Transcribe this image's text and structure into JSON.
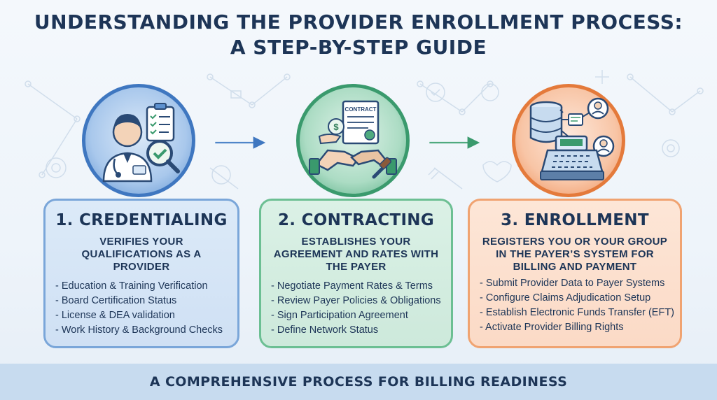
{
  "title": {
    "line1": "UNDERSTANDING THE PROVIDER ENROLLMENT PROCESS:",
    "line2": "A STEP-BY-STEP GUIDE"
  },
  "steps": [
    {
      "title": "1. CREDENTIALING",
      "subtitle": "VERIFIES YOUR QUALIFICATIONS AS A PROVIDER",
      "items": [
        "- Education & Training Verification",
        "- Board Certification Status",
        "- License & DEA validation",
        "- Work History & Background Checks"
      ],
      "accent": "#3f77c0",
      "icon": "doctor-checklist-icon"
    },
    {
      "title": "2. CONTRACTING",
      "subtitle": "ESTABLISHES YOUR AGREEMENT AND RATES WITH THE PAYER",
      "items": [
        "- Negotiate Payment Rates & Terms",
        "- Review Payer Policies & Obligations",
        "- Sign Participation Agreement",
        "- Define Network Status"
      ],
      "accent": "#3a9a6d",
      "icon": "contract-handshake-icon",
      "icon_label": "CONTRACT"
    },
    {
      "title": "3. ENROLLMENT",
      "subtitle": "REGISTERS YOU OR YOUR GROUP IN THE PAYER’S SYSTEM FOR BILLING AND PAYMENT",
      "items": [
        "- Submit Provider Data to Payer Systems",
        "- Configure Claims Adjudication Setup",
        "- Establish Electronic Funds Transfer (EFT)",
        "- Activate Provider Billing Rights"
      ],
      "accent": "#e47a3b",
      "icon": "database-register-icon"
    }
  ],
  "footer": "A COMPREHENSIVE PROCESS FOR BILLING READINESS"
}
